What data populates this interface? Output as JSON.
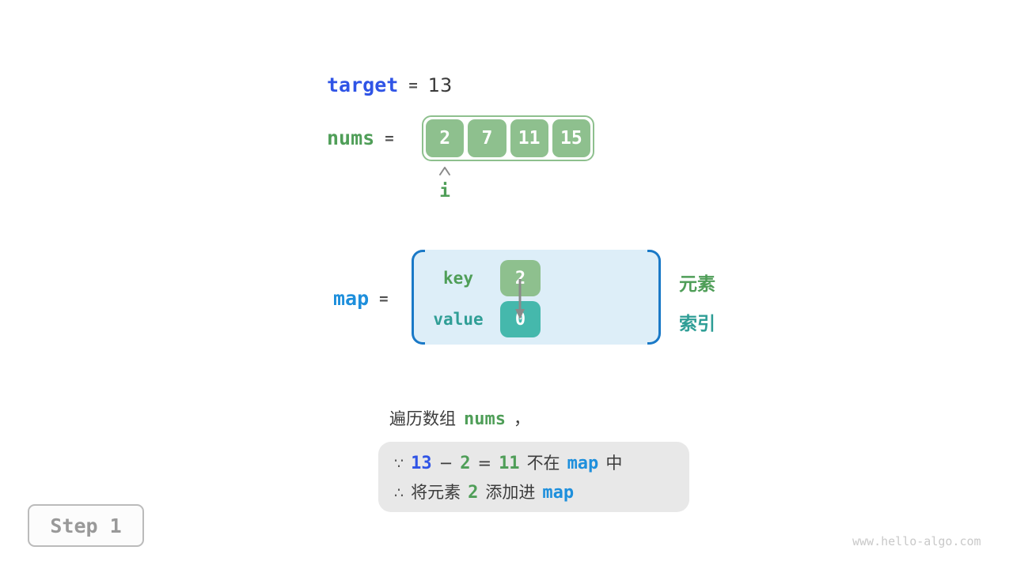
{
  "colors": {
    "royal_blue": "#2f54e6",
    "bright_blue": "#1e8fdc",
    "green": "#4f9e58",
    "teal": "#2f9e96",
    "green_cell": "#8ec08e",
    "teal_cell": "#45b8ac",
    "map_fill": "#ddeef8",
    "map_border": "#1a79c7",
    "note_bg": "#e8e8e8",
    "dark_text": "#3c3c3c"
  },
  "target_line": {
    "label": "target",
    "eq": "=",
    "value": "13"
  },
  "nums_line": {
    "label": "nums",
    "eq": "=",
    "cells": [
      "2",
      "7",
      "11",
      "15"
    ],
    "pointer_label": "i"
  },
  "map_line": {
    "label": "map",
    "eq": "=",
    "key_label": "key",
    "value_label": "value",
    "key_value": "2",
    "value_value": "0",
    "element_label": "元素",
    "index_label": "索引"
  },
  "caption": {
    "text": "遍历数组",
    "code": "nums",
    "comma": "，"
  },
  "note": {
    "because": "∵",
    "therefore": "∴",
    "line1": {
      "target": "13",
      "minus": "−",
      "elem": "2",
      "eq": "=",
      "diff": "11",
      "not_in": "不在",
      "map": "map",
      "in": "中"
    },
    "line2": {
      "prefix": "将元素",
      "elem": "2",
      "suffix": "添加进",
      "map": "map"
    }
  },
  "step": {
    "label": "Step 1"
  },
  "watermark": "www.hello-algo.com"
}
